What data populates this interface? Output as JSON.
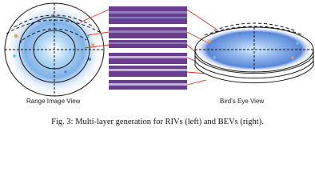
{
  "figure": {
    "left_label": "Range Image View",
    "right_label": "Bird's Eye View",
    "caption": "Fig. 3: Multi-layer generation for RIVs (left) and BEVs (right)."
  },
  "colors": {
    "panel": "#6a3d8f",
    "panel_stripe": "#9c8fc8",
    "connector": "#e0301e",
    "points_blue": "#4c7fd6",
    "points_cyan": "#5fd0d8",
    "points_orange": "#e8a24a"
  }
}
